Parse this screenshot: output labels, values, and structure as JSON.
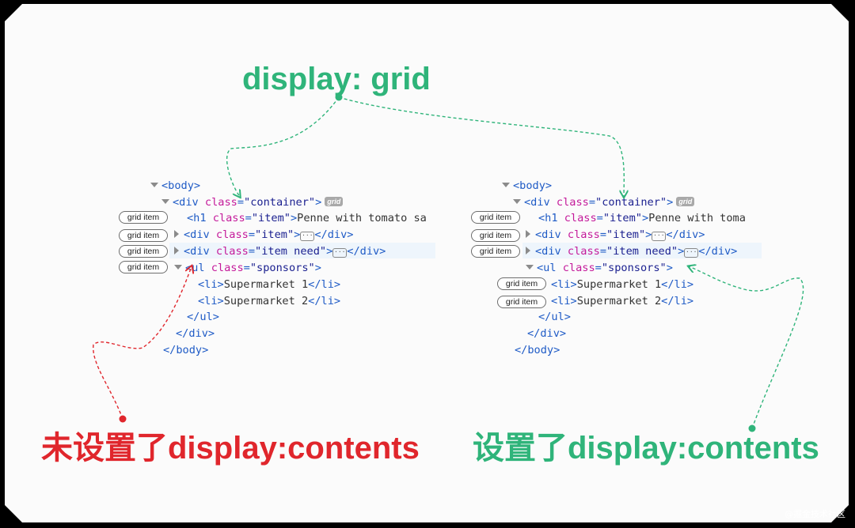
{
  "title": "display: grid",
  "left_caption": "未设置了display:contents",
  "right_caption": "设置了display:contents",
  "watermark": "@掘金技术社区",
  "badge_grid": "grid",
  "pill_label": "grid item",
  "code": {
    "body_open": "<body>",
    "div_open": "<div",
    "class_attr": " class",
    "eq": "=",
    "container_val": "\"container\"",
    "gt": ">",
    "h1_open": "<h1",
    "item_val": "\"item\"",
    "h1_text_left": "Penne with tomato sa",
    "h1_text_right": "Penne with toma",
    "div_close": "</div>",
    "item_need_val": "\"item need\"",
    "ul_open": "<ul",
    "sponsors_val": "\"sponsors\"",
    "li_open": "<li>",
    "li_close": "</li>",
    "li1": "Supermarket 1",
    "li2": "Supermarket 2",
    "ul_close": "</ul>",
    "body_close": "</body>"
  },
  "colors": {
    "green": "#2fb47a",
    "red": "#e0262c",
    "tag": "#1f5bc6",
    "attr": "#c4199a"
  }
}
